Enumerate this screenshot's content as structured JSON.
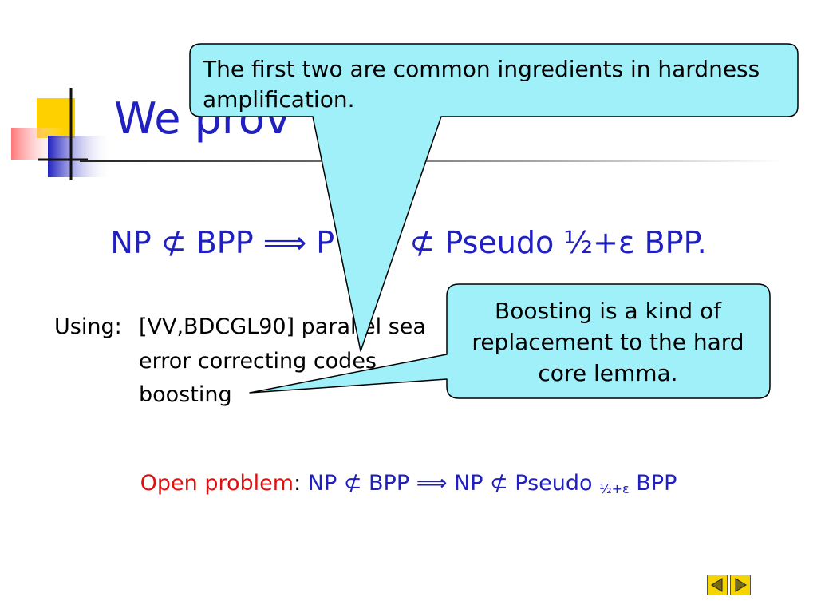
{
  "slide": {
    "title": "We prov",
    "formula": {
      "lhs": "NP",
      "rel1": "⊄",
      "mid": "BPP",
      "implies": "⟹",
      "rhs_hidden_start": "P",
      "rel2": "⊄",
      "rhs": "Pseudo ½+ε BPP."
    },
    "using": {
      "label": "Using:",
      "line1": "[VV,BDCGL90] parallel sea",
      "line2": "error correcting codes",
      "line3": "boosting"
    },
    "open_problem": {
      "label": "Open problem",
      "colon": ":",
      "statement": "NP ⊄ BPP ⟹ NP ⊄ Pseudo",
      "subscript": "½+ε",
      "tail": "BPP"
    }
  },
  "callouts": {
    "top": "The first two are common ingredients in hardness amplification.",
    "right": "Boosting is a kind of replacement to the hard core lemma."
  },
  "colors": {
    "title_blue": "#2020c0",
    "accent_red": "#e01010",
    "callout_fill": "#9ff0f8",
    "nav_yellow": "#f5d400"
  },
  "nav": {
    "prev_icon": "triangle-left-icon",
    "next_icon": "triangle-right-icon"
  }
}
